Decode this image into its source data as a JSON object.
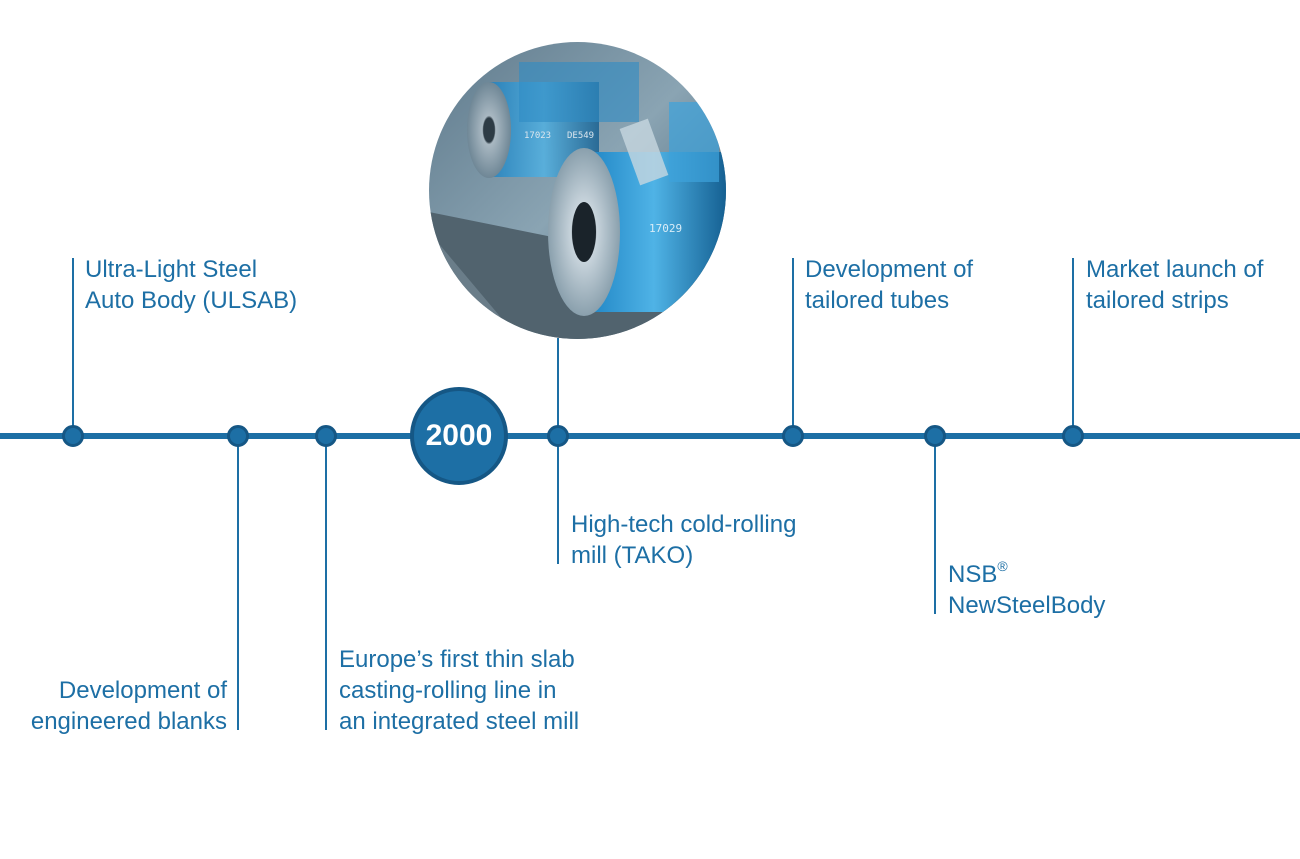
{
  "timeline": {
    "year_badge": "2000",
    "events": [
      {
        "id": "ulsab",
        "lines": [
          "Ultra-Light Steel",
          "Auto Body (ULSAB)"
        ]
      },
      {
        "id": "engineered-blanks",
        "lines": [
          "Development of",
          "engineered blanks"
        ]
      },
      {
        "id": "thin-slab",
        "lines": [
          "Europe’s first thin slab",
          "casting-rolling line in",
          "an integrated steel mill"
        ]
      },
      {
        "id": "tako",
        "lines": [
          "High-tech cold-rolling",
          "mill (TAKO)"
        ]
      },
      {
        "id": "tailored-tubes",
        "lines": [
          "Development of",
          "tailored tubes"
        ]
      },
      {
        "id": "nsb",
        "lines": [
          "NSB",
          "NewSteelBody"
        ],
        "superscript": "®"
      },
      {
        "id": "tailored-strips",
        "lines": [
          "Market launch of",
          "tailored strips"
        ]
      }
    ]
  },
  "colors": {
    "accent": "#1d6fa5",
    "accent_dark": "#155785",
    "text": "#1d6fa5",
    "background": "#ffffff"
  }
}
